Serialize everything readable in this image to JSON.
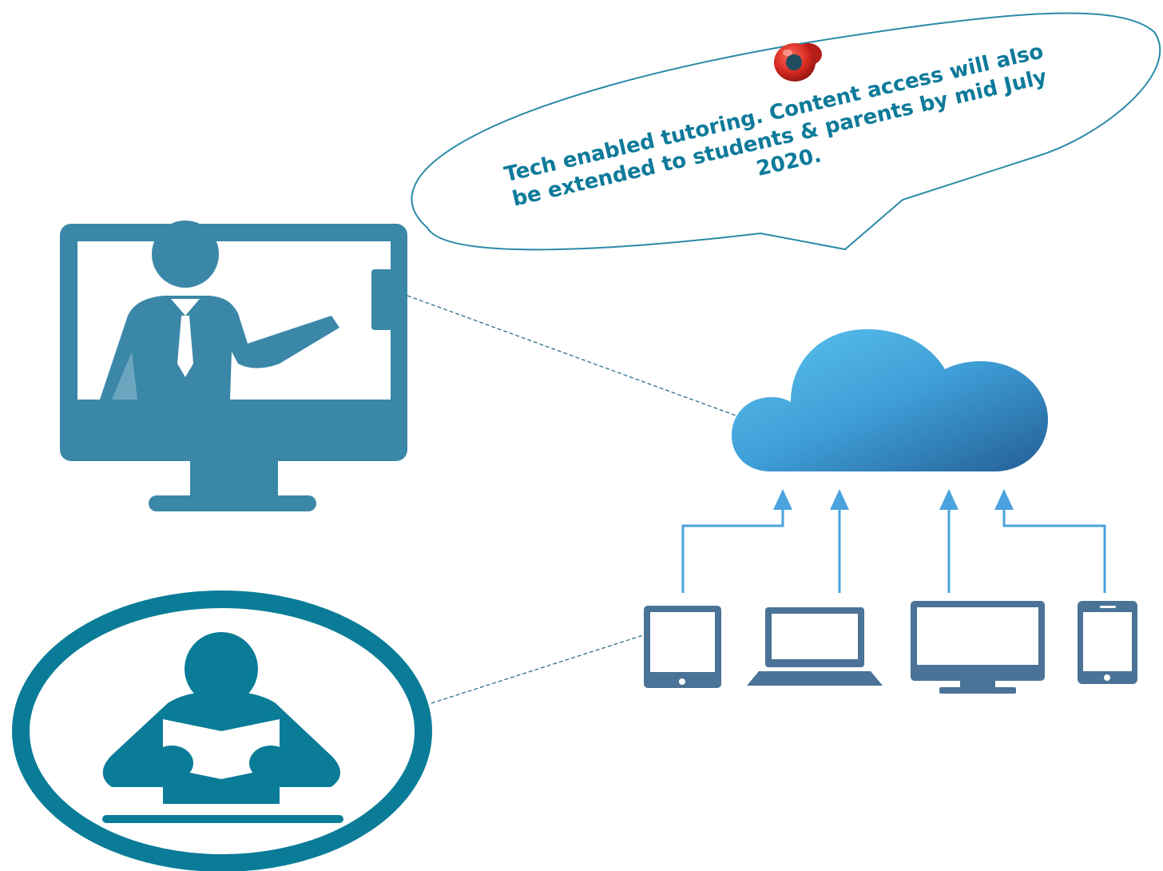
{
  "callout": {
    "lines": [
      "Tech enabled tutoring. Content access will also",
      "be extended to students & parents by mid July",
      "2020."
    ]
  },
  "icons": {
    "teacher": "teacher-on-monitor-icon",
    "student": "student-reading-icon",
    "cloud": "cloud-icon",
    "pushpin": "pushpin-icon",
    "devices": [
      "tablet-icon",
      "laptop-icon",
      "desktop-monitor-icon",
      "smartphone-icon"
    ]
  },
  "colors": {
    "teacher_monitor": "#3a87a8",
    "student_circle": "#0a7c98",
    "callout_text": "#0e7a9a",
    "callout_border": "#2a8aa8",
    "cloud_light": "#5bc3ef",
    "cloud_dark": "#2a6ea4",
    "arrows": "#4aa3de",
    "devices": "#4a7397",
    "pin": "#d42820",
    "dashed_line": "#2e6f8e"
  }
}
